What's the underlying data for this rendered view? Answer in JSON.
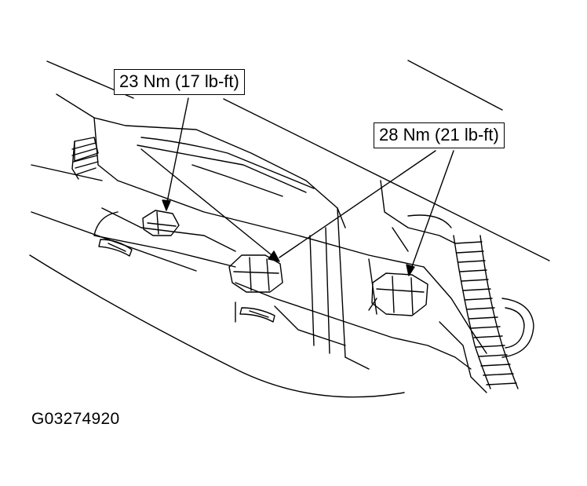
{
  "callouts": {
    "left_torque": "23 Nm (17 lb-ft)",
    "right_torque": "28 Nm (21 lb-ft)"
  },
  "figure_id": "G03274920",
  "colors": {
    "line": "#000000",
    "background": "#ffffff"
  }
}
